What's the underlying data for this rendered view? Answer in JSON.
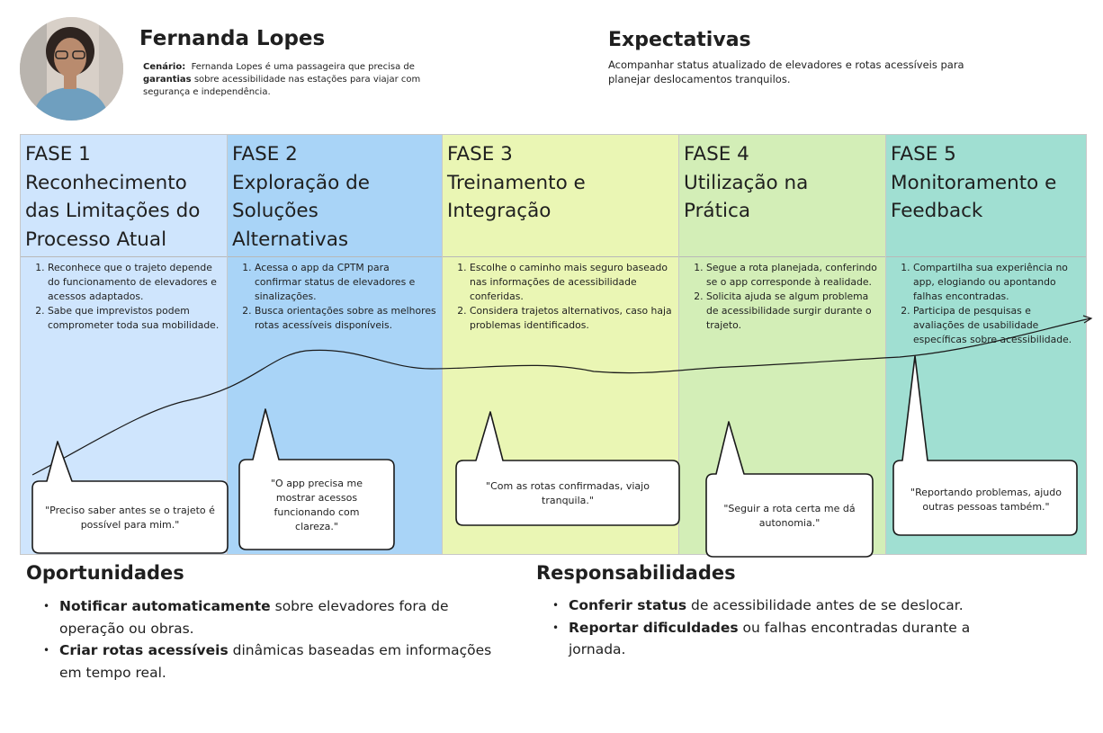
{
  "persona": {
    "name": "Fernanda Lopes",
    "scenario_label": "Cenário:",
    "scenario_text_1": "Fernanda Lopes é uma passageira que precisa de",
    "scenario_bold": "garantias",
    "scenario_text_2": "sobre acessibilidade nas estações para viajar com segurança e independência."
  },
  "expectations": {
    "title": "Expectativas",
    "text": "Acompanhar status atualizado de elevadores e rotas acessíveis para planejar deslocamentos tranquilos."
  },
  "colors": {
    "phase1": "#cfe5fd",
    "phase2": "#a9d4f7",
    "phase3": "#eaf6b4",
    "phase4": "#d3eeb7",
    "phase5": "#a0dfd2"
  },
  "phases": [
    {
      "number": "FASE 1",
      "title_lines": [
        "Reconhecimento",
        "das Limitações do",
        "Processo Atual"
      ],
      "steps": [
        "Reconhece que o trajeto depende do funcionamento de elevadores e acessos adaptados.",
        "Sabe que imprevistos podem comprometer toda sua mobilidade."
      ],
      "quote": "\"Preciso saber antes se o trajeto é possível para mim.\""
    },
    {
      "number": "FASE 2",
      "title_lines": [
        "Exploração de",
        "Soluções Alternativas"
      ],
      "steps": [
        "Acessa o app da CPTM para confirmar status de elevadores e sinalizações.",
        "Busca orientações sobre as melhores rotas acessíveis disponíveis."
      ],
      "quote": "\"O app precisa me mostrar acessos funcionando com clareza.\""
    },
    {
      "number": "FASE 3",
      "title_lines": [
        "Treinamento e",
        "Integração"
      ],
      "steps": [
        "Escolhe o caminho mais seguro baseado nas informações de acessibilidade conferidas.",
        "Considera trajetos alternativos, caso haja problemas identificados."
      ],
      "quote": "\"Com as rotas confirmadas, viajo tranquila.\""
    },
    {
      "number": "FASE 4",
      "title_lines": [
        "Utilização na Prática"
      ],
      "steps": [
        "Segue a rota planejada, conferindo se o app corresponde à realidade.",
        "Solicita ajuda se algum problema de acessibilidade surgir durante o trajeto."
      ],
      "quote": "\"Seguir a rota certa me dá autonomia.\""
    },
    {
      "number": "FASE 5",
      "title_lines": [
        "Monitoramento e",
        "Feedback"
      ],
      "steps": [
        "Compartilha sua experiência no app, elogiando ou apontando falhas encontradas.",
        "Participa de pesquisas e avaliações de usabilidade específicas sobre acessibilidade."
      ],
      "quote": "\"Reportando problemas, ajudo outras pessoas também.\""
    }
  ],
  "opportunities": {
    "title": "Oportunidades",
    "items": [
      {
        "bold": "Notificar automaticamente",
        "text": " sobre elevadores fora de operação ou obras."
      },
      {
        "bold": "Criar rotas acessíveis",
        "text": " dinâmicas baseadas em informações em tempo real."
      }
    ]
  },
  "responsibilities": {
    "title": "Responsabilidades",
    "items": [
      {
        "bold": "Conferir status",
        "text": " de acessibilidade antes de se deslocar."
      },
      {
        "bold": "Reportar dificuldades",
        "text": " ou falhas encontradas durante a jornada."
      }
    ]
  }
}
